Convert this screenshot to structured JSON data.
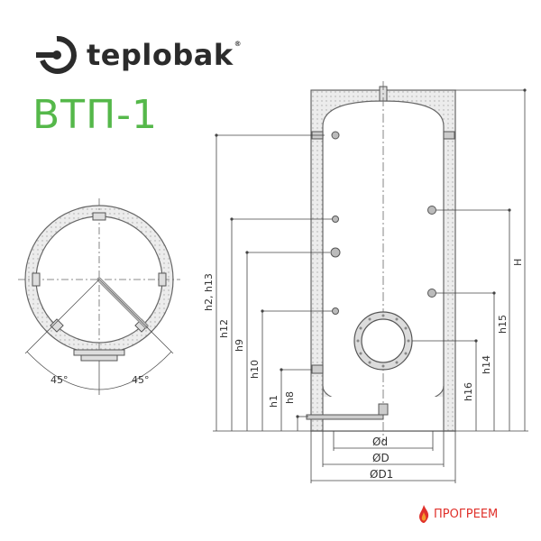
{
  "brand": {
    "name": "teplobak",
    "reg": "®"
  },
  "product": {
    "title": "ВТП-1"
  },
  "angles": {
    "left": "45°",
    "right": "45°"
  },
  "dims": {
    "h2h13": "h2, h13",
    "h12": "h12",
    "h9": "h9",
    "h10": "h10",
    "h1": "h1",
    "h8": "h8",
    "H": "H",
    "h15": "h15",
    "h14": "h14",
    "h16": "h16",
    "d": "Ød",
    "D": "ØD",
    "D1": "ØD1"
  },
  "dealer": {
    "name": "ПРОГРЕЕМ"
  },
  "colors": {
    "brand_green": "#55b84a",
    "dealer_red": "#e0312b",
    "line": "#555555",
    "insulation": "#bdbdbd"
  }
}
